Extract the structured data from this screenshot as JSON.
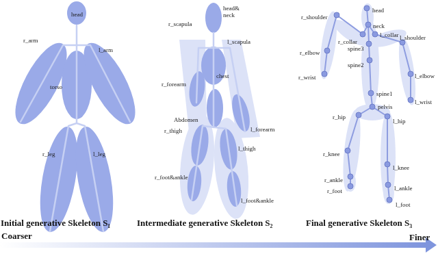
{
  "diagram": {
    "nodes": [
      {
        "text": [
          "head"
        ]
      },
      {
        "text": [
          "r_arm"
        ]
      },
      {
        "text": [
          "torso"
        ]
      },
      {
        "text": [
          "l_arm"
        ]
      },
      {
        "text": [
          "r_leg"
        ]
      },
      {
        "text": [
          "l_leg"
        ]
      },
      {
        "text": [
          "head& neck"
        ]
      },
      {
        "text": [
          "chest"
        ]
      },
      {
        "text": [
          "Abdomen"
        ]
      }
    ],
    "labels": [
      "r_scapula",
      "l_scapula",
      "r_forearm",
      "l_forearm",
      "r_thigh",
      "l_thigh",
      "r_foot&ankle",
      "l_foot&ankle",
      "head",
      "neck",
      "r_shoulder",
      "r_collar",
      "l_collar",
      "l_shoulder",
      "spine3",
      "spine2",
      "r_elbow",
      "l_elbow",
      "r_wrist",
      "l_wrist",
      "spine1",
      "pelvis",
      "r_hip",
      "l_hip",
      "r_knee",
      "l_knee",
      "r_ankle",
      "l_ankle",
      "r_foot",
      "l_foot",
      "Initial generative Skeleton S₁",
      "Intermediate generative Skeleton S₂",
      "Final generative Skeleton S₃",
      "Coarser",
      "Finer"
    ]
  }
}
